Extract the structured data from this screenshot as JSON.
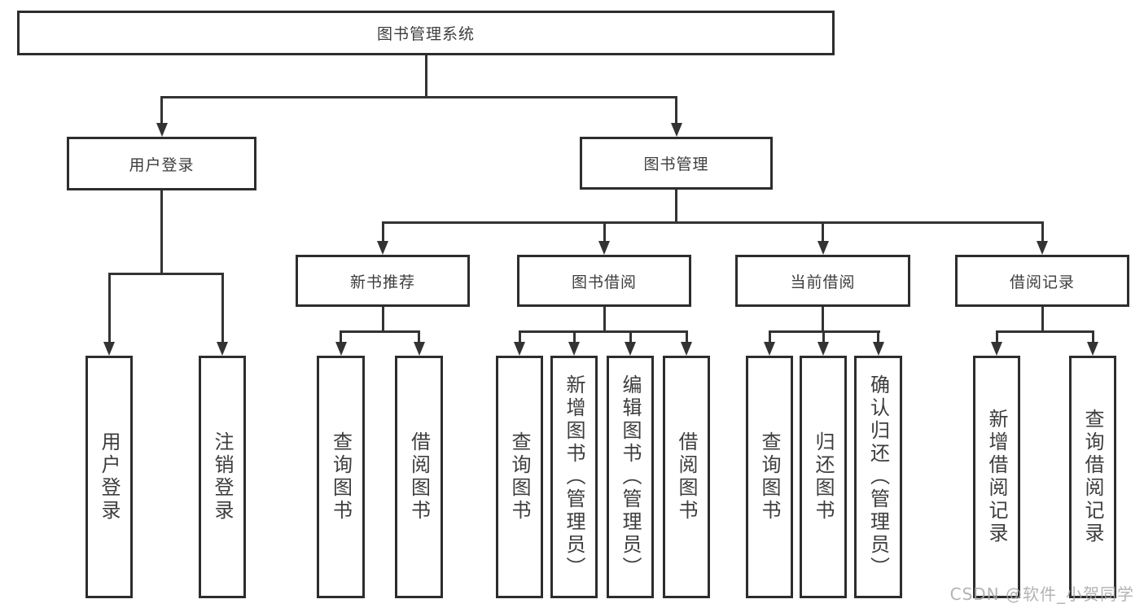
{
  "diagram_title": "图书管理系统",
  "watermark": {
    "text": "CSDN @软件_小贺同学"
  },
  "colors": {
    "background": "#ffffff",
    "box_border": "#2d2d2d",
    "connector_line": "#333333",
    "text": "#3d3d3d",
    "watermark": "#a6a6a6"
  },
  "tree": {
    "label": "图书管理系统",
    "children": [
      {
        "label": "用户登录",
        "children": [
          {
            "label": "用户登录"
          },
          {
            "label": "注销登录"
          }
        ]
      },
      {
        "label": "图书管理",
        "children": [
          {
            "label": "新书推荐",
            "children": [
              {
                "label": "查询图书"
              },
              {
                "label": "借阅图书"
              }
            ]
          },
          {
            "label": "图书借阅",
            "children": [
              {
                "label": "查询图书"
              },
              {
                "label": "新增图书（管理员）"
              },
              {
                "label": "编辑图书（管理员）"
              },
              {
                "label": "借阅图书"
              }
            ]
          },
          {
            "label": "当前借阅",
            "children": [
              {
                "label": "查询图书"
              },
              {
                "label": "归还图书"
              },
              {
                "label": "确认归还（管理员）"
              }
            ]
          },
          {
            "label": "借阅记录",
            "children": [
              {
                "label": "新增借阅记录"
              },
              {
                "label": "查询借阅记录"
              }
            ]
          }
        ]
      }
    ]
  }
}
